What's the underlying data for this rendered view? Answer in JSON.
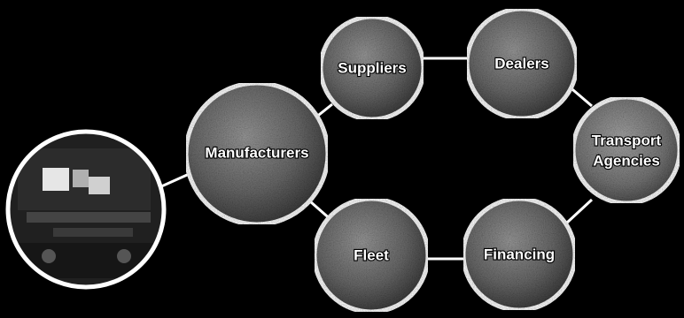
{
  "diagram": {
    "colors": {
      "background": "#000000",
      "ring": "#ffffff",
      "connector": "#ffffff",
      "node_fill_light": "#8a8a8a",
      "node_fill_dark": "#353535",
      "label": "#ffffff"
    },
    "nodes": {
      "manufacturers": {
        "label": "Manufacturers"
      },
      "suppliers": {
        "label": "Suppliers"
      },
      "dealers": {
        "label": "Dealers"
      },
      "transport": {
        "line1": "Transport",
        "line2": "Agencies"
      },
      "financing": {
        "label": "Financing"
      },
      "fleet": {
        "label": "Fleet"
      }
    },
    "photo": {
      "subject": "vehicle-photo"
    }
  }
}
